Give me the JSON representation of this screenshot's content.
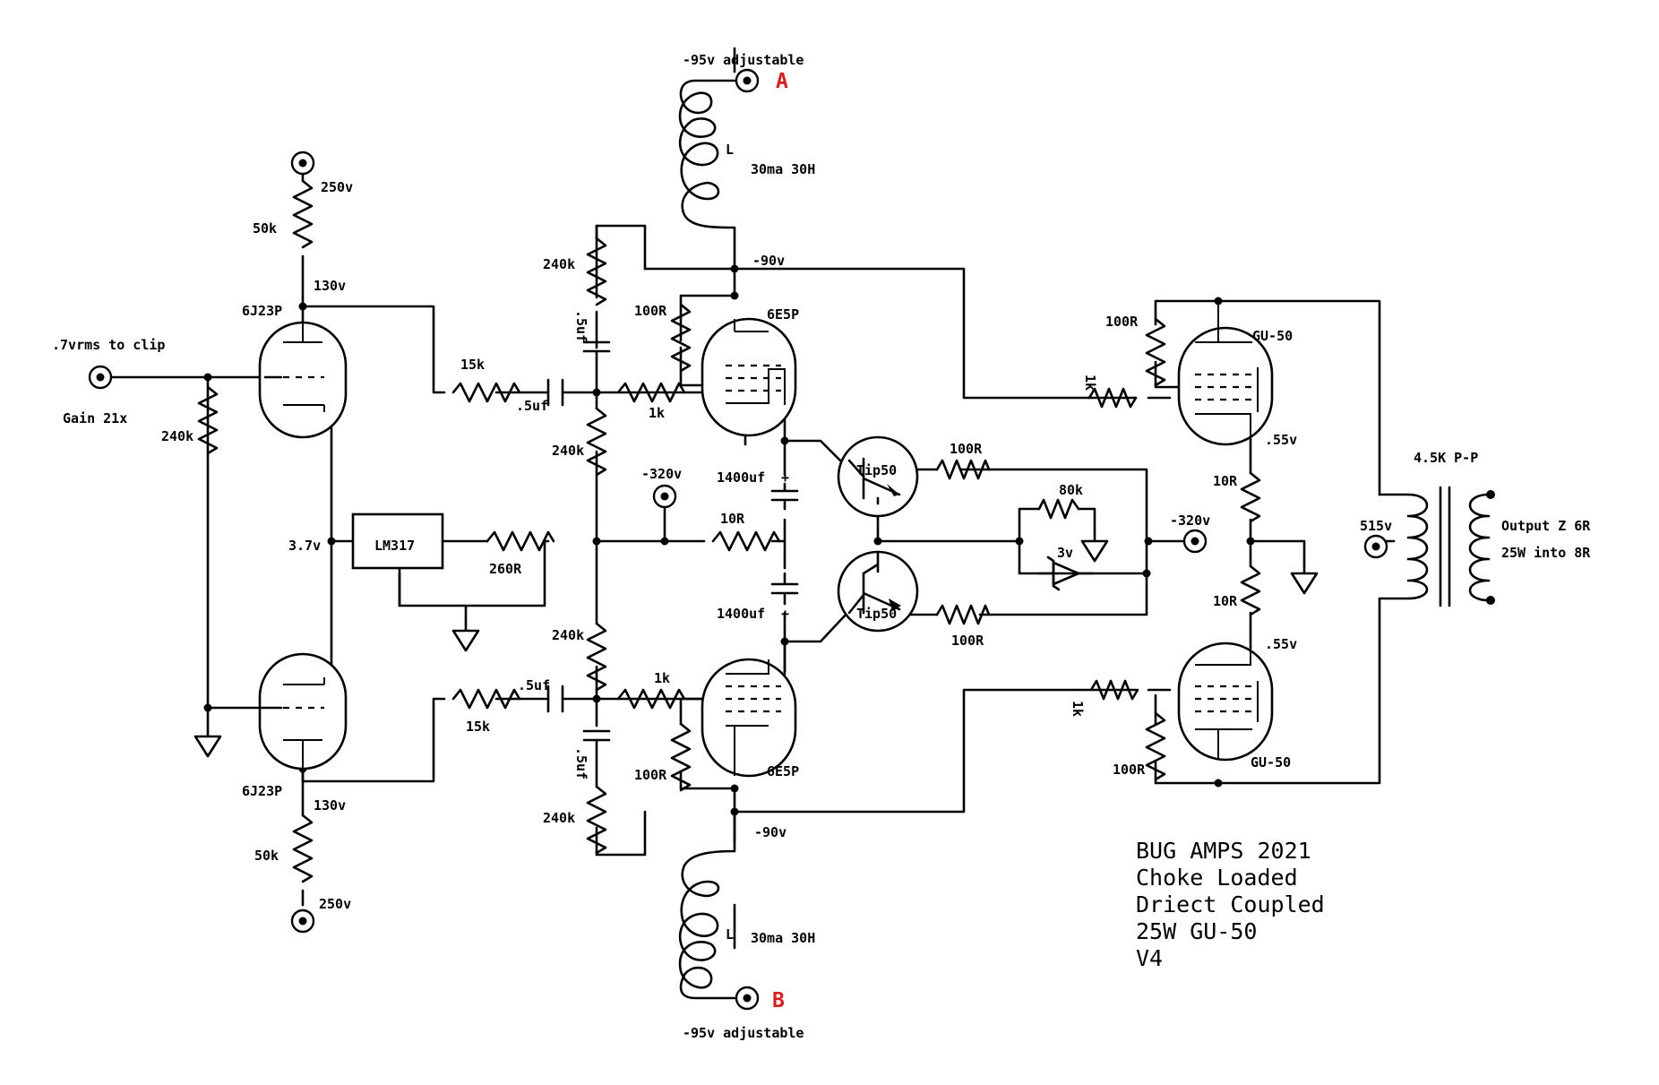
{
  "labels": {
    "supply_a_voltage": "-95v adjustable",
    "supply_b_voltage": "-95v adjustable",
    "terminal_a": "A",
    "terminal_b": "B",
    "choke_l": "L",
    "choke_rating": "30ma 30H",
    "neg90": "-90v",
    "v250": "250v",
    "v130": "130v",
    "r50k": "50k",
    "r240k": "240k",
    "r15k": "15k",
    "cap_05uf": ".5uf",
    "r1k": "1k",
    "r100R": "100R",
    "r10R": "10R",
    "r80k": "80k",
    "r260R": "260R",
    "cap_1400uf": "1400uf",
    "plus": "+",
    "neg320": "-320v",
    "v37": "3.7v",
    "v055": ".55v",
    "v515": "515v",
    "v3": "3v",
    "input_level": ".7vrms to clip",
    "gain": "Gain 21x",
    "tube_6j23p": "6J23P",
    "tube_6e5p": "6E5P",
    "tube_gu50": "GU-50",
    "transistor": "Tip50",
    "regulator": "LM317",
    "transformer": "4.5K P-P",
    "output_z": "Output Z 6R",
    "output_power": "25W into 8R"
  },
  "title_block": {
    "line1": "BUG AMPS 2021",
    "line2": "Choke Loaded",
    "line3": "Driect Coupled",
    "line4": "25W GU-50",
    "line5": "V4"
  },
  "colors": {
    "ink": "#000000",
    "terminal_label": "#d42020",
    "background": "#ffffff"
  }
}
